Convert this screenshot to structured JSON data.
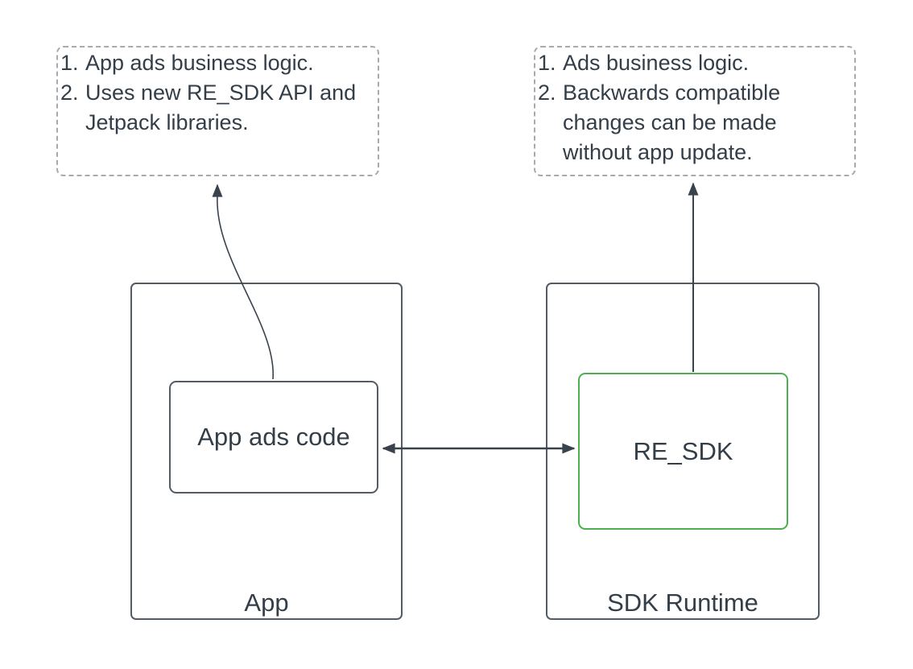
{
  "diagram": {
    "notes": {
      "left": {
        "items": [
          "App ads business logic.",
          "Uses new RE_SDK API and Jetpack libraries."
        ]
      },
      "right": {
        "items": [
          "Ads business logic.",
          "Backwards compatible changes can be made without app update."
        ]
      }
    },
    "nodes": {
      "app": {
        "label": "App"
      },
      "app_ads_code": {
        "label": "App ads code"
      },
      "sdk_runtime": {
        "label": "SDK Runtime"
      },
      "re_sdk": {
        "label": "RE_SDK"
      }
    },
    "arrows": {
      "app_ads_code_to_left_note": {
        "shape": "s-curve",
        "direction": "up"
      },
      "re_sdk_to_right_note": {
        "shape": "straight",
        "direction": "up"
      },
      "app_ads_code_to_re_sdk": {
        "shape": "straight",
        "direction": "bidirectional"
      }
    },
    "colors": {
      "background": "#ffffff",
      "text": "#333e48",
      "box_border": "#545b64",
      "highlight_border": "#4caf50",
      "note_border": "#a7aaae",
      "arrow": "#39434e"
    }
  }
}
